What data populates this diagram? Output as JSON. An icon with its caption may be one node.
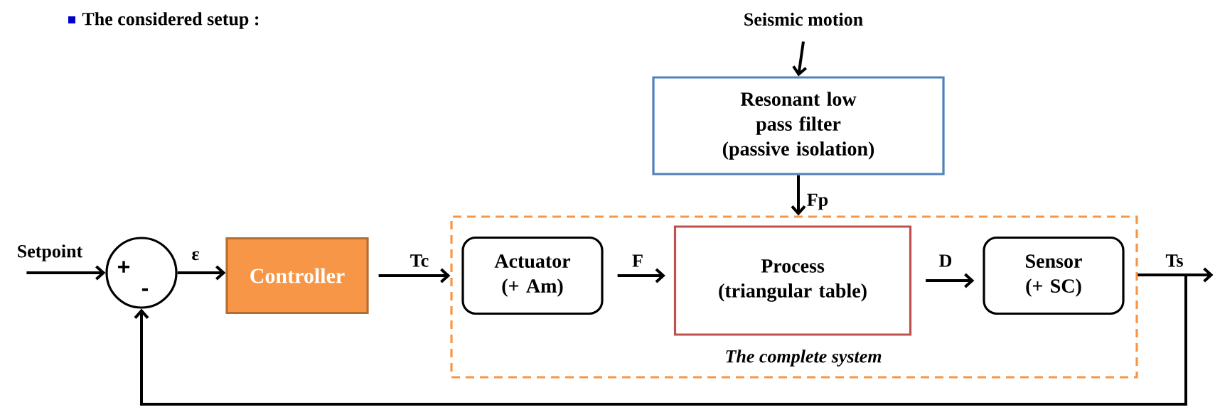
{
  "diagram": {
    "nodes": [
      {
        "text": [
          "Seismic motion"
        ]
      },
      {
        "text": [
          "Resonant low pass filter (passive isolation)"
        ]
      },
      {
        "text": [
          "Setpoint"
        ]
      },
      {
        "text": [
          "+",
          "-"
        ]
      },
      {
        "text": [
          "Controller"
        ]
      },
      {
        "text": [
          "The complete system"
        ]
      },
      {
        "text": [
          "Actuator (+ Am)"
        ],
        "in": 5
      },
      {
        "text": [
          "Process (triangular table)"
        ],
        "in": 5
      },
      {
        "text": [
          "Sensor (+ SC)"
        ],
        "in": 5
      }
    ],
    "edges": [
      {
        "from": 0,
        "to": 1,
        "arrow": "to"
      },
      {
        "from": 1,
        "to": 5,
        "arrow": "to",
        "label": "Fp"
      },
      {
        "from": 2,
        "to": 3,
        "arrow": "to"
      },
      {
        "from": 3,
        "to": 4,
        "arrow": "to",
        "label": "ε"
      },
      {
        "from": 4,
        "to": 5,
        "arrow": "to",
        "label": "Tc"
      },
      {
        "from": 6,
        "to": 7,
        "arrow": "to",
        "label": "F"
      },
      {
        "from": 7,
        "to": 8,
        "arrow": "to",
        "label": "D"
      },
      {
        "from": 5,
        "to": null,
        "arrow": "to",
        "label": "Ts"
      },
      {
        "from": 5,
        "to": 3,
        "arrow": "to"
      }
    ],
    "labels": [
      "The considered setup :"
    ]
  }
}
